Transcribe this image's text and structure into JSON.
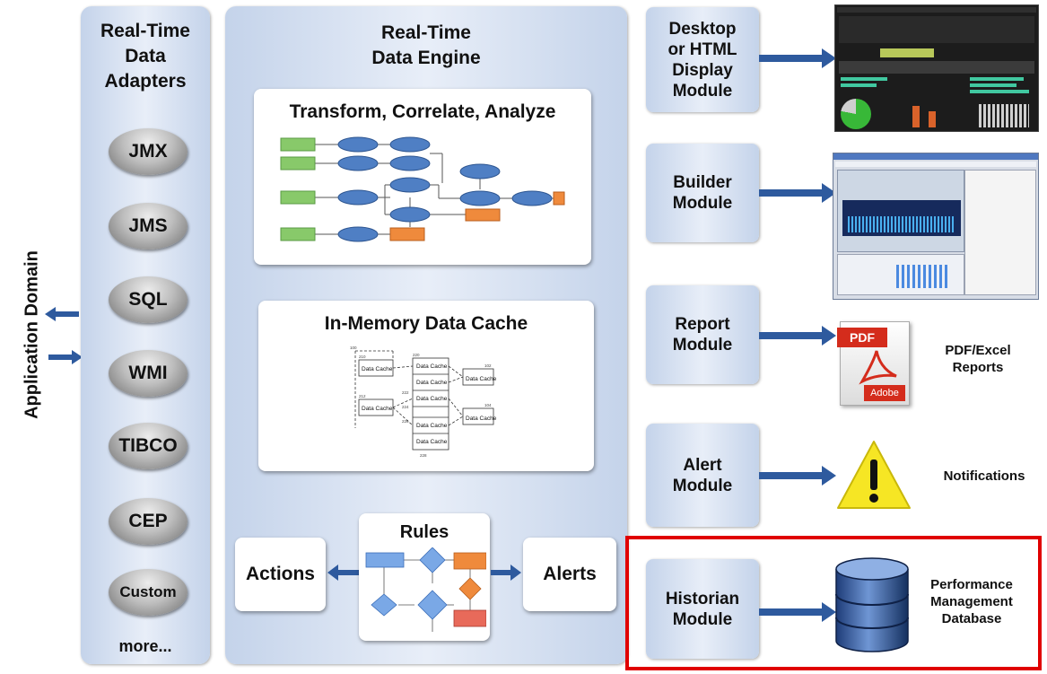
{
  "side_label": "Application Domain",
  "adapters": {
    "title": "Real-Time\nData\nAdapters",
    "items": [
      "JMX",
      "JMS",
      "SQL",
      "WMI",
      "TIBCO",
      "CEP",
      "Custom"
    ],
    "more": "more..."
  },
  "engine": {
    "title": "Real-Time\nData Engine",
    "transform_title": "Transform, Correlate, Analyze",
    "cache_title": "In-Memory Data Cache",
    "cache_label": "Data Cache",
    "cache_refs": [
      "100",
      "210",
      "212",
      "220",
      "222",
      "224",
      "226",
      "228",
      "102",
      "104"
    ],
    "rules_title": "Rules",
    "actions_label": "Actions",
    "alerts_label": "Alerts"
  },
  "modules": [
    {
      "label": "Desktop\nor HTML\nDisplay\nModule"
    },
    {
      "label": "Builder\nModule"
    },
    {
      "label": "Report\nModule",
      "output": "PDF/Excel\nReports",
      "icon": "pdf-icon",
      "icon_text": "PDF",
      "icon_brand": "Adobe"
    },
    {
      "label": "Alert\nModule",
      "output": "Notifications",
      "icon": "warning-icon"
    },
    {
      "label": "Historian\nModule",
      "output": "Performance\nManagement\nDatabase",
      "icon": "database-icon"
    }
  ],
  "colors": {
    "arrow": "#2e5a9e",
    "highlight": "#e00000",
    "transform_input": "#88c96a",
    "transform_node": "#4f7fc4",
    "transform_output": "#ef8a3c"
  }
}
